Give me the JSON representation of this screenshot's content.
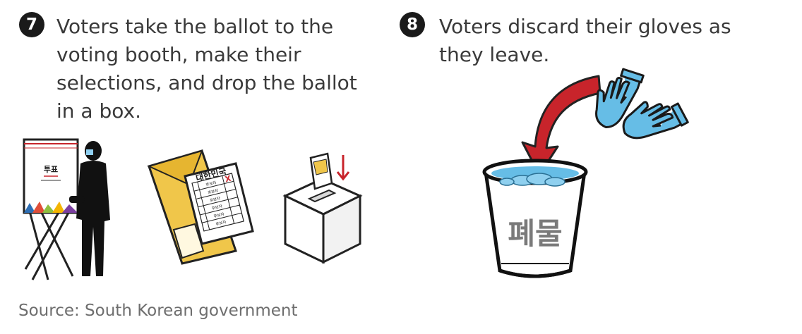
{
  "steps": [
    {
      "number": "7",
      "text": "Voters take the ballot to the voting booth, make their selections, and drop the ballot in a box."
    },
    {
      "number": "8",
      "text": "Voters discard their gloves as they leave."
    }
  ],
  "booth": {
    "label": "투표"
  },
  "ballot": {
    "header": "대한민국",
    "rows": [
      "후보자",
      "후보자",
      "후보자",
      "후보자",
      "후보자",
      "후보자"
    ],
    "mark": "X"
  },
  "bin": {
    "label": "폐물"
  },
  "source": "Source: South Korean government",
  "colors": {
    "arrow_red": "#c8242b",
    "glove_blue": "#66bde6",
    "envelope_yellow": "#f0c64a"
  }
}
